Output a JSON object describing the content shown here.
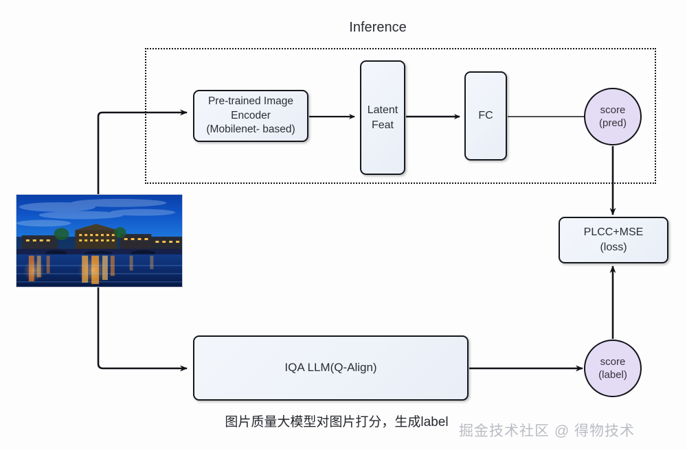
{
  "diagram": {
    "title": "Inference",
    "caption": "图片质量大模型对图片打分，生成label",
    "watermark": "掘金技术社区 @ 得物技术",
    "colors": {
      "node_fill": "#eef2f9",
      "node_border": "#15171c",
      "circle_fill": "#e3dcf4",
      "circle_border": "#111318",
      "line": "#111318"
    },
    "nodes": {
      "encoder": "Pre-trained Image\nEncoder\n(Mobilenet- based)",
      "latent": "Latent\nFeat",
      "fc": "FC",
      "score_pred": "score\n(pred)",
      "loss": "PLCC+MSE\n(loss)",
      "iqa_llm": "IQA LLM(Q-Align)",
      "score_label": "score\n(label)",
      "input_image": "night-riverside-town-photo"
    }
  }
}
